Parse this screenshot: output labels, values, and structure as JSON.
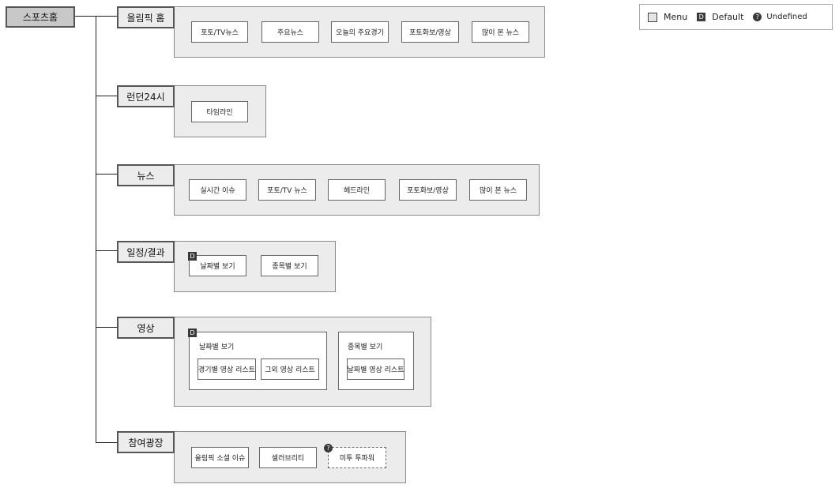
{
  "root": {
    "label": "스포츠홈"
  },
  "legend": {
    "menu_label": "Menu",
    "default_label": "Default",
    "default_badge": "D",
    "undefined_label": "Undefined",
    "undefined_badge": "?"
  },
  "menus": {
    "olympic_home": {
      "label": "올림픽 홈",
      "items": [
        "포토/TV뉴스",
        "주요뉴스",
        "오늘의 주요경기",
        "포토화보/영상",
        "많이 본 뉴스"
      ]
    },
    "london24": {
      "label": "런던24시",
      "items": [
        "타임라인"
      ]
    },
    "news": {
      "label": "뉴스",
      "items": [
        "실시간 이슈",
        "포토/TV 뉴스",
        "헤드라인",
        "포토화보/영상",
        "많이 본 뉴스"
      ]
    },
    "schedule": {
      "label": "일정/결과",
      "default_badge": "D",
      "items": [
        "날짜별 보기",
        "종목별 보기"
      ]
    },
    "video": {
      "label": "영상",
      "default_badge": "D",
      "groups": [
        {
          "label": "날짜별 보기",
          "items": [
            "경기별 영상 리스트",
            "그외 영상 리스트"
          ]
        },
        {
          "label": "종목별 보기",
          "items": [
            "날짜별 영상 리스트"
          ]
        }
      ]
    },
    "participation": {
      "label": "참여광장",
      "undefined_badge": "?",
      "items": [
        "올림픽 소셜 이슈",
        "셀러브리티",
        "미투 투파워"
      ]
    }
  }
}
